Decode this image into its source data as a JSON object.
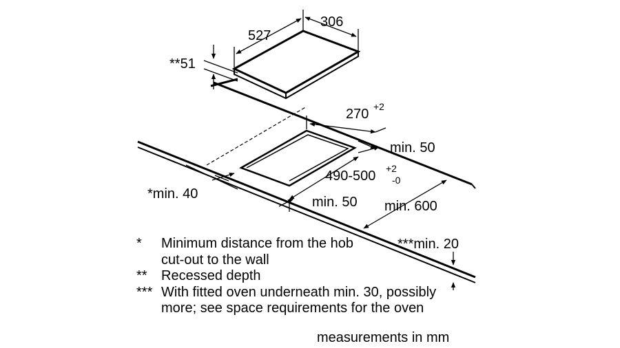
{
  "dims": {
    "width": "306",
    "length": "527",
    "depth": "**51",
    "cutout_width": "270",
    "cutout_width_tol": "+2",
    "min_back": "min. 50",
    "cutout_length": "490-500",
    "cutout_length_tol_plus": "+2",
    "cutout_length_tol_minus": "-0",
    "min_wall": "*min. 40",
    "min_front": "min. 50",
    "min_depth": "min. 600",
    "min_thickness": "***min. 20"
  },
  "notes": [
    {
      "mark": "*",
      "text": "Minimum distance from the hob cut-out to the wall"
    },
    {
      "mark": "**",
      "text": "Recessed depth"
    },
    {
      "mark": "***",
      "text": "With fitted oven underneath min. 30, possibly more; see space requirements for the oven"
    }
  ],
  "unit": "measurements in mm"
}
